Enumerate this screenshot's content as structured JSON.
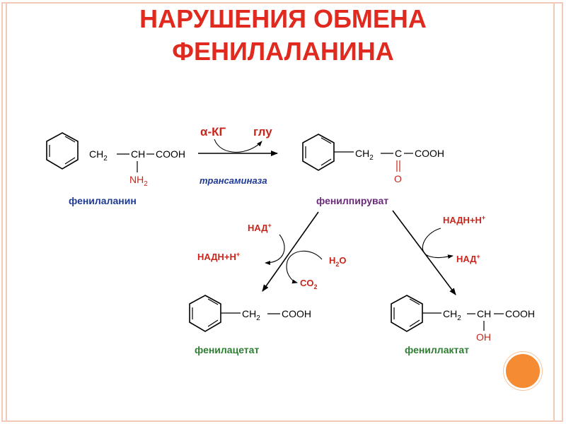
{
  "title": {
    "line1": "НАРУШЕНИЯ ОБМЕНА",
    "line2": "ФЕНИЛАЛАНИНА"
  },
  "compounds": {
    "phenylalanine": {
      "name": "фенилаланин",
      "ch2": "CH",
      "ch2_sub": "2",
      "ch": "CH",
      "cooh": "COOH",
      "nh2": "NH",
      "nh2_sub": "2"
    },
    "phenylpyruvate": {
      "name": "фенилпируват",
      "ch2": "CH",
      "ch2_sub": "2",
      "c": "C",
      "cooh": "COOH",
      "o": "O"
    },
    "phenylacetate": {
      "name": "фенилацетат",
      "ch2": "CH",
      "ch2_sub": "2",
      "cooh": "COOH"
    },
    "phenyllactate": {
      "name": "фениллактат",
      "ch2": "CH",
      "ch2_sub": "2",
      "ch": "CH",
      "cooh": "COOH",
      "oh": "OH"
    }
  },
  "reactions": {
    "transamination": {
      "cofactor_in": "α-КГ",
      "cofactor_out": "глу",
      "enzyme": "трансаминаза"
    },
    "decarboxylation": {
      "in": "НАД",
      "in_sup": "+",
      "out": "НАДН+Н",
      "out_sup": "+",
      "water": "H",
      "water_sub": "2",
      "water_end": "O",
      "co2": "CO",
      "co2_sub": "2"
    },
    "reduction": {
      "in": "НАДН+Н",
      "in_sup": "+",
      "out": "НАД",
      "out_sup": "+"
    }
  },
  "colors": {
    "title": "#e02a1f",
    "cofactor": "#c8261c",
    "phenylalanine": "#1f3a93",
    "phenylpyruvate": "#6a2a7a",
    "products": "#2e7d32",
    "enzyme": "#1f3a93",
    "decoration": "#f58b32"
  }
}
